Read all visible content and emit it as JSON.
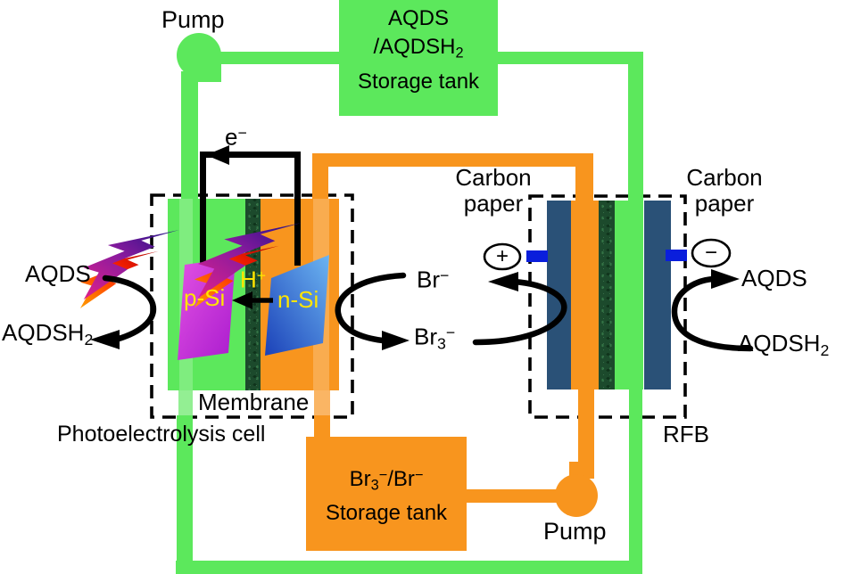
{
  "labels": {
    "pump_top": "Pump",
    "pump_bottom": "Pump",
    "membrane": "Membrane",
    "photocell": "Photoelectrolysis cell",
    "rfb": "RFB",
    "carbon_left": {
      "line1": "Carbon",
      "line2": "paper"
    },
    "carbon_right": {
      "line1": "Carbon",
      "line2": "paper"
    },
    "p_si": "p-Si",
    "n_si": "n-Si",
    "plus": "+",
    "minus": "−"
  },
  "tanks": {
    "aqds_tank": {
      "line1": "AQDS",
      "line2": {
        "base": "/AQDSH",
        "sub": "2"
      },
      "line3": "Storage tank"
    },
    "br_tank": {
      "line1": {
        "base": "Br",
        "sub": "3",
        "sup": "−",
        "mid": "/Br",
        "sup2": "−"
      },
      "line2": "Storage tank"
    }
  },
  "species": {
    "aqds_left": "AQDS",
    "aqdsh2_left": {
      "base": "AQDSH",
      "sub": "2"
    },
    "br_minus": {
      "base": "Br",
      "sup": "−"
    },
    "br3_minus": {
      "base": "Br",
      "sub": "3",
      "sup": "−"
    },
    "aqds_right": "AQDS",
    "aqdsh2_right": {
      "base": "AQDSH",
      "sub": "2"
    },
    "electron": {
      "base": "e",
      "sup": "−"
    },
    "proton": {
      "base": "H",
      "sup": "+"
    }
  },
  "colors": {
    "electrolyte_green": "#5CE85C",
    "electrolyte_orange": "#F8951E",
    "carbon_paper_navy": "#2A5177",
    "terminal_blue": "#0A1EDC",
    "membrane_green": "#1C4A2C",
    "p_si_magenta": "#C92BD4",
    "n_si_blue": "#2B6FD4",
    "electrode_label_yellow": "#FFE500"
  }
}
